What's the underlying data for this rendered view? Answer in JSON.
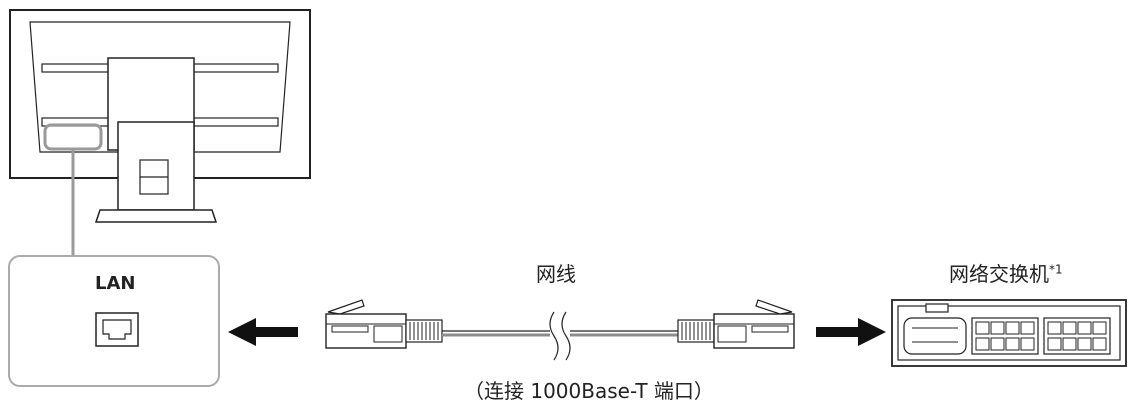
{
  "lan_label": "LAN",
  "cable_label": "网线",
  "cable_note": "（连接 1000Base-T 端口）",
  "switch_label": "网络交换机",
  "switch_footnote": "*1",
  "colors": {
    "stroke": "#222222",
    "callout": "#9a9a9a",
    "cable": "#8c8c8c",
    "lan_box_border": "#aaaaaa",
    "arrow": "#111111"
  },
  "icons": [
    "monitor-rear-view",
    "lan-port-icon",
    "rj45-plug-icon",
    "network-switch-icon",
    "arrow-left-icon",
    "arrow-right-icon"
  ]
}
